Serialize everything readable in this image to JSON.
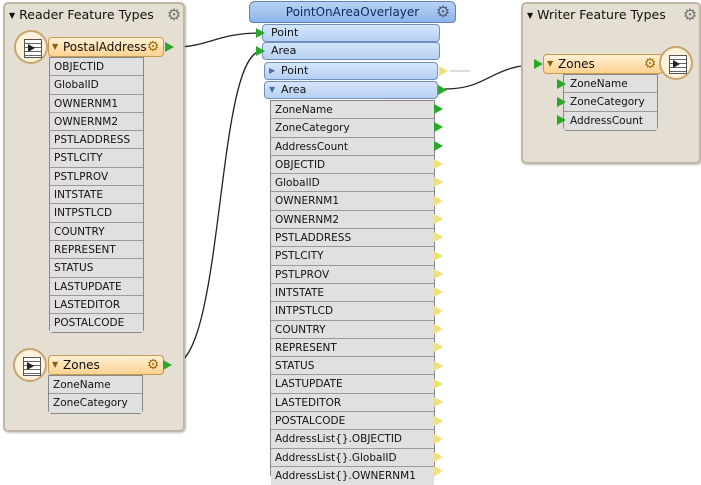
{
  "reader_panel": {
    "title": "Reader Feature Types"
  },
  "writer_panel": {
    "title": "Writer Feature Types"
  },
  "reader_postal": {
    "name": "PostalAddress",
    "attributes": [
      "OBJECTID",
      "GlobalID",
      "OWNERNM1",
      "OWNERNM2",
      "PSTLADDRESS",
      "PSTLCITY",
      "PSTLPROV",
      "INTSTATE",
      "INTPSTLCD",
      "COUNTRY",
      "REPRESENT",
      "STATUS",
      "LASTUPDATE",
      "LASTEDITOR",
      "POSTALCODE"
    ]
  },
  "reader_zones": {
    "name": "Zones",
    "attributes": [
      "ZoneName",
      "ZoneCategory"
    ]
  },
  "transformer": {
    "title": "PointOnAreaOverlayer",
    "inputs": [
      "Point",
      "Area"
    ],
    "outputs": [
      "Point",
      "Area"
    ],
    "area_attributes": [
      "ZoneName",
      "ZoneCategory",
      "AddressCount",
      "OBJECTID",
      "GlobalID",
      "OWNERNM1",
      "OWNERNM2",
      "PSTLADDRESS",
      "PSTLCITY",
      "PSTLPROV",
      "INTSTATE",
      "INTPSTLCD",
      "COUNTRY",
      "REPRESENT",
      "STATUS",
      "LASTUPDATE",
      "LASTEDITOR",
      "POSTALCODE",
      "AddressList{}.OBJECTID",
      "AddressList{}.GlobalID",
      "AddressList{}.OWNERNM1"
    ]
  },
  "writer_zones": {
    "name": "Zones",
    "attributes": [
      "ZoneName",
      "ZoneCategory",
      "AddressCount"
    ]
  },
  "colors": {
    "connected_port": "#2aa82a",
    "unconnected_port": "#efe07a",
    "connection_line": "#222222"
  }
}
